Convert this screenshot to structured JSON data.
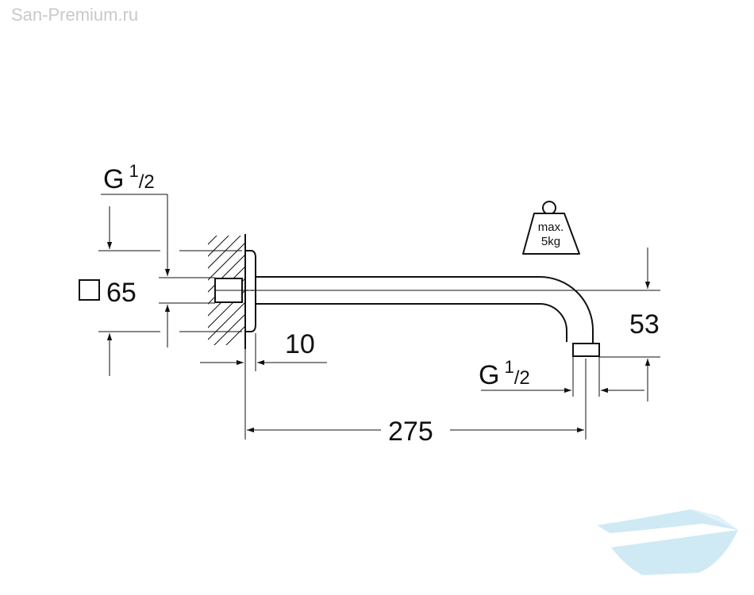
{
  "watermark": {
    "text": "San-Premium.ru"
  },
  "dimensions": {
    "inlet_thread": {
      "letter": "G",
      "sup": "1",
      "sub": "/2"
    },
    "outlet_thread": {
      "letter": "G",
      "sup": "1",
      "sub": "/2"
    },
    "flange_size": "65",
    "flange_depth": "10",
    "arm_length": "275",
    "drop_height": "53"
  },
  "weight_label": {
    "line1": "max.",
    "line2": "5kg"
  },
  "icons": {
    "flange": "square-icon",
    "weight": "weight-icon",
    "logo": "bathtub-logo-icon"
  },
  "colors": {
    "line": "#111111",
    "watermark": "#c9c9c9",
    "logo": "#bfe3f2"
  }
}
